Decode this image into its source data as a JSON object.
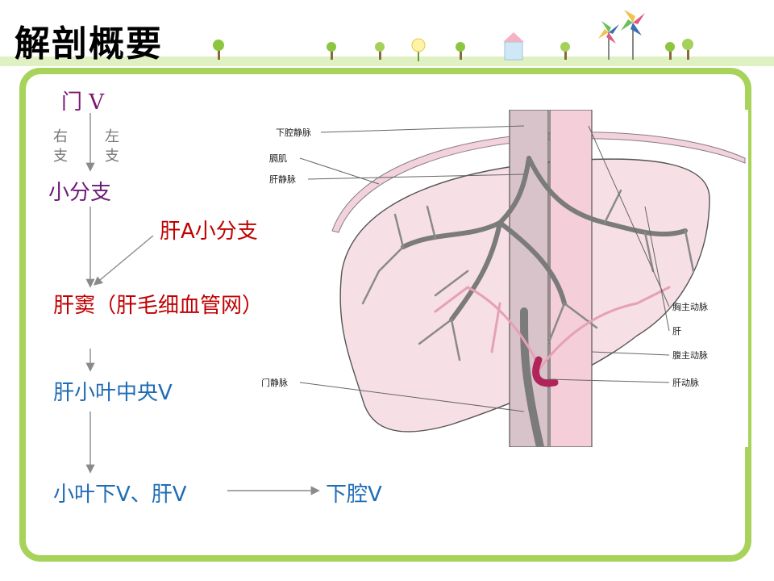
{
  "title": "解剖概要",
  "flow": {
    "portal_vein": "门 V",
    "right_branch": "右支",
    "left_branch": "左支",
    "small_branch": "小分支",
    "hepatic_artery_branch": "肝A小分支",
    "sinusoid": "肝窦（肝毛细血管网）",
    "central_vein": "肝小叶中央V",
    "sublobular_hepatic_vein": "小叶下V、肝V",
    "ivc": "下腔V"
  },
  "illustration": {
    "labels": {
      "ivc": "下腔静脉",
      "diaphragm": "膈肌",
      "hepatic_vein": "肝静脉",
      "thoracic_aorta": "胸主动脉",
      "liver": "肝",
      "abdominal_aorta": "腹主动脉",
      "hepatic_artery": "肝动脉",
      "portal_vein": "门静脉"
    }
  },
  "colors": {
    "frame": "#a8d35a",
    "portal_text": "#7a1470",
    "artery_text": "#c00000",
    "vein_text": "#1f6cb5",
    "liver_fill": "#f7dfe6",
    "vessel_grey": "#7b7b7b",
    "artery_pink": "#e6a0b8"
  }
}
